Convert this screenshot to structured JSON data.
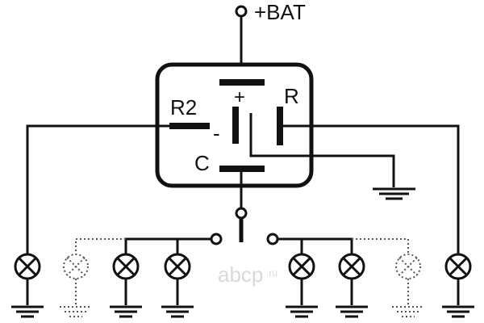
{
  "labels": {
    "bat": "+BAT",
    "plus": "+",
    "r": "R",
    "r2": "R2",
    "minus": "-",
    "c": "C"
  },
  "watermark": {
    "brand": "abcp",
    "tld": ".ru"
  },
  "colors": {
    "line": "#111111",
    "dotted": "#555555",
    "watermark": "#d9d9d9"
  }
}
